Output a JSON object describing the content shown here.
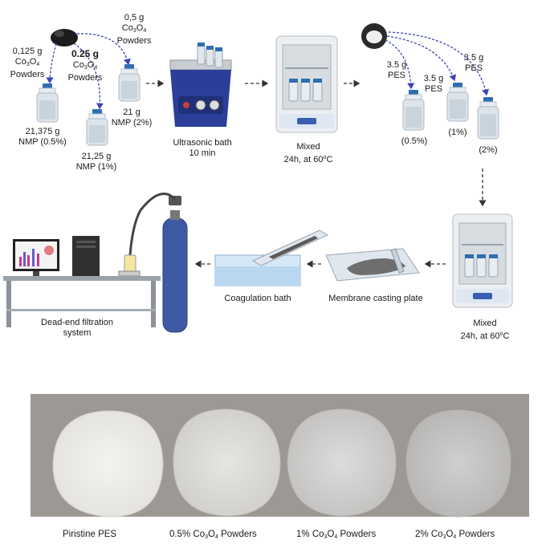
{
  "top": {
    "powder_0125": [
      "0,125 g",
      "Co",
      "3",
      "O",
      "4",
      "Powders"
    ],
    "powder_025": [
      "0.25 g",
      "Co",
      "3",
      "O",
      "4",
      "Powders"
    ],
    "powder_05": [
      "0,5 g",
      "Co",
      "3",
      "O",
      "4",
      "Powders"
    ],
    "nmp_05": [
      "21,375 g",
      "NMP (0.5%)"
    ],
    "nmp_1": [
      "21,25 g",
      "NMP (1%)"
    ],
    "nmp_2": [
      "21 g",
      "NMP (2%)"
    ],
    "ultrasonic": [
      "Ultrasonic bath",
      "10 min"
    ],
    "mixed1": [
      "Mixed",
      "24h, at 60",
      "o",
      "C"
    ],
    "pes_a": [
      "3.5 g",
      "PES"
    ],
    "pes_b": [
      "3.5 g",
      "PES"
    ],
    "pes_c": [
      "3.5 g",
      "PES"
    ],
    "pct_05": "(0.5%)",
    "pct_1": "(1%)",
    "pct_2": "(2%)",
    "mixed2": [
      "Mixed",
      "24h, at 60",
      "o",
      "C"
    ],
    "casting": "Membrane casting plate",
    "coag": "Coagulation bath",
    "deadend": [
      "Dead-end filtration",
      "system"
    ]
  },
  "photo": {
    "captions": [
      [
        "Piristine PES"
      ],
      [
        "0.5% Co",
        "3",
        "O",
        "4",
        " Powders"
      ],
      [
        "1% Co",
        "3",
        "O",
        "4",
        " Powders"
      ],
      [
        "2% Co",
        "3",
        "O",
        "4",
        " Powders"
      ]
    ]
  },
  "colors": {
    "arrow": "#3a45b5",
    "glass": "#cfd8e3",
    "cap": "#2f6db0",
    "bath": "#2b3f9a",
    "oven": "#e9ecef",
    "photo_bg": "#9c9894"
  }
}
